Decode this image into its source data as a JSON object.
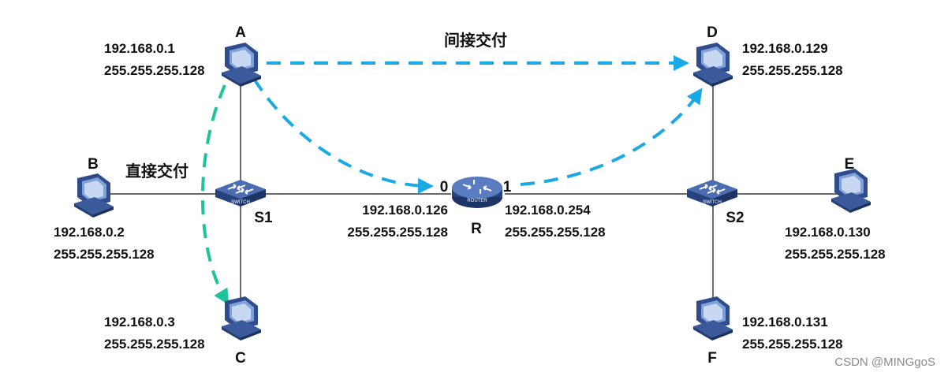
{
  "hosts": {
    "A": {
      "name": "A",
      "ip": "192.168.0.1",
      "mask": "255.255.255.128"
    },
    "B": {
      "name": "B",
      "ip": "192.168.0.2",
      "mask": "255.255.255.128"
    },
    "C": {
      "name": "C",
      "ip": "192.168.0.3",
      "mask": "255.255.255.128"
    },
    "D": {
      "name": "D",
      "ip": "192.168.0.129",
      "mask": "255.255.255.128"
    },
    "E": {
      "name": "E",
      "ip": "192.168.0.130",
      "mask": "255.255.255.128"
    },
    "F": {
      "name": "F",
      "ip": "192.168.0.131",
      "mask": "255.255.255.128"
    }
  },
  "switches": {
    "S1": {
      "name": "S1",
      "badge": "SWITCH"
    },
    "S2": {
      "name": "S2",
      "badge": "SWITCH"
    }
  },
  "router": {
    "name": "R",
    "badge": "ROUTER",
    "port0": {
      "label": "0",
      "ip": "192.168.0.126",
      "mask": "255.255.255.128"
    },
    "port1": {
      "label": "1",
      "ip": "192.168.0.254",
      "mask": "255.255.255.128"
    }
  },
  "routes": {
    "indirect": {
      "label": "间接交付",
      "color": "#1ba9e6"
    },
    "direct": {
      "label": "直接交付",
      "color": "#1fc39a"
    }
  },
  "colors": {
    "link": "#6b6b6b",
    "device": "#3b5a9c"
  },
  "watermark": "CSDN @MINGgoS"
}
